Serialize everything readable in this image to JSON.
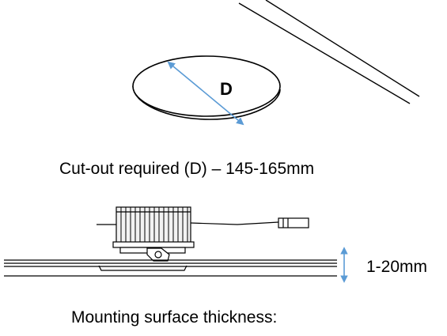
{
  "cutout": {
    "dimension_label": "D",
    "caption": "Cut-out required (D) –  145-165mm",
    "arrow_color": "#5b9bd5"
  },
  "mounting": {
    "thickness_label": "1-20mm",
    "caption": "Mounting surface thickness:",
    "arrow_color": "#5b9bd5"
  },
  "line_color": "#000000"
}
